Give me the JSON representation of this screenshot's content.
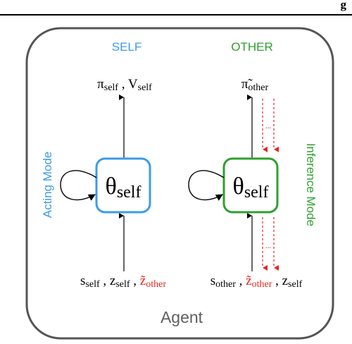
{
  "header": {
    "running_title": "g"
  },
  "diagram": {
    "self_label": "SELF",
    "other_label": "OTHER",
    "acting_mode": "Acting Mode",
    "inference_mode": "Inference Mode",
    "agent_label": "Agent",
    "theta": "θ",
    "theta_sub": "self",
    "self_out": {
      "pi": "π",
      "pi_sub": "self",
      "sep": " , ",
      "v": "V",
      "v_sub": "self"
    },
    "other_out": {
      "pi": "π̃",
      "pi_sub": "other"
    },
    "self_in": {
      "s": "s",
      "s_sub": "self",
      "sep1": " , ",
      "z": "z",
      "z_sub": "self",
      "sep2": " , ",
      "zt": "z̃",
      "zt_sub": "other"
    },
    "other_in": {
      "s": "s",
      "s_sub": "other",
      "sep1": " , ",
      "zt": "z̃",
      "zt_sub": "other",
      "sep2": " , ",
      "z": "z",
      "z_sub": "self"
    },
    "dots": "...",
    "colors": {
      "self": "#3d9be9",
      "other": "#2ea02e",
      "red": "#e8231e",
      "frame": "#555555",
      "agent": "#5f5f5f"
    }
  }
}
